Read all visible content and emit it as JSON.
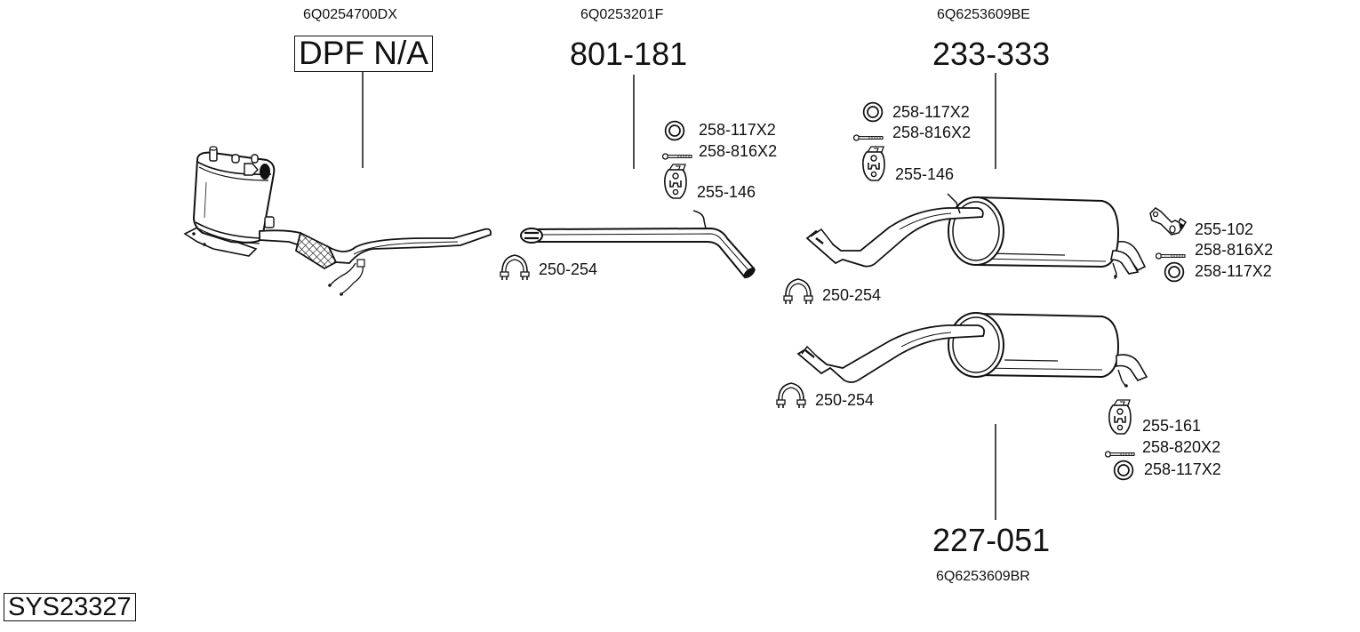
{
  "system": {
    "code": "SYS23327"
  },
  "assemblies": [
    {
      "id": "dpf",
      "oem_number": "6Q0254700DX",
      "part_number": "DPF N/A",
      "boxed": true,
      "accessories": []
    },
    {
      "id": "middle-pipe",
      "oem_number": "6Q0253201F",
      "part_number": "801-181",
      "accessories": [
        {
          "icon": "ring-gasket-icon",
          "label": "258-117X2"
        },
        {
          "icon": "bolt-icon",
          "label": "258-816X2"
        },
        {
          "icon": "rubber-hanger-icon",
          "label": "255-146"
        },
        {
          "icon": "pipe-clamp-icon",
          "label": "250-254"
        }
      ]
    },
    {
      "id": "rear-silencer-upper",
      "oem_number": "6Q6253609BE",
      "part_number": "233-333",
      "accessories": [
        {
          "icon": "ring-gasket-icon",
          "label": "258-117X2"
        },
        {
          "icon": "bolt-icon",
          "label": "258-816X2"
        },
        {
          "icon": "rubber-hanger-icon",
          "label": "255-146"
        },
        {
          "icon": "pipe-clamp-icon",
          "label": "250-254"
        },
        {
          "icon": "mounting-bracket-icon",
          "label": "255-102"
        },
        {
          "icon": "bolt-icon",
          "label": "258-816X2"
        },
        {
          "icon": "ring-gasket-icon",
          "label": "258-117X2"
        }
      ]
    },
    {
      "id": "rear-silencer-lower",
      "oem_number": "6Q6253609BR",
      "part_number": "227-051",
      "accessories": [
        {
          "icon": "pipe-clamp-icon",
          "label": "250-254"
        },
        {
          "icon": "rubber-hanger-icon",
          "label": "255-161"
        },
        {
          "icon": "bolt-icon",
          "label": "258-820X2"
        },
        {
          "icon": "ring-gasket-icon",
          "label": "258-117X2"
        }
      ]
    }
  ]
}
